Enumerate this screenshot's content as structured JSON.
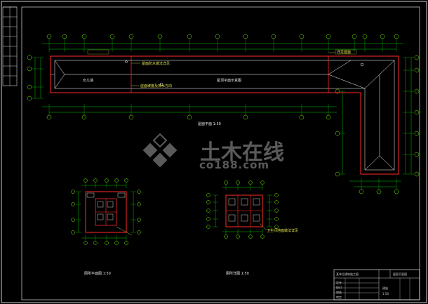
{
  "drawing": {
    "colors": {
      "background": "#000000",
      "frame": "#ffffff",
      "dimension": "#00c800",
      "axis": "#7CFC00",
      "wall": "#ff2a2a",
      "roof_line": "#ffffff",
      "annotation": "#e8e850",
      "watermark": "#5a5a5a"
    },
    "views": {
      "roof_plan_title": "屋面平面  1:50",
      "roof_plan_center_text": "屋顶平面示意图",
      "roof_plan_note": "女儿墙",
      "roof_plan_callouts": [
        "屋面防水做法详见",
        "屋面坡度及排水方向",
        "详见建施"
      ],
      "toilet_plan_left_title": "厕所平面图  1:50",
      "toilet_plan_right_title": "厕所详图  1:50",
      "toilet_note": "卫生间地面做法详见"
    },
    "watermark": {
      "brand": "土木在线",
      "site": "co188.com",
      "logo_name": "co188-logo"
    },
    "title_block": {
      "project": "某单位建筑施工图",
      "sheet_name": "屋面平面图",
      "drawing_no": "建施",
      "scale": "1:50",
      "rows": [
        "设计",
        "校对",
        "审核",
        "审定"
      ]
    }
  }
}
